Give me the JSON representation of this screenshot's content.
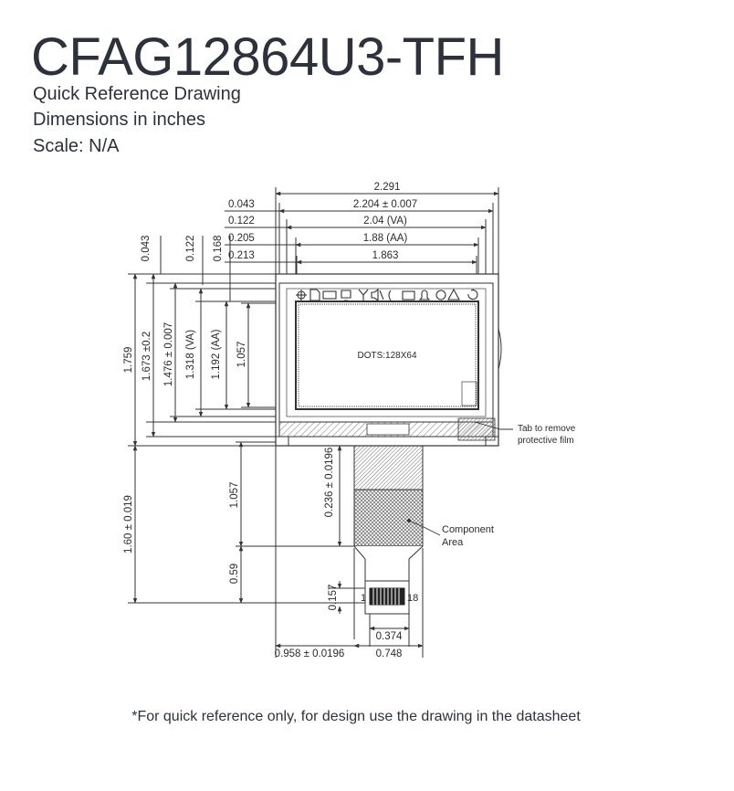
{
  "title": "CFAG12864U3-TFH",
  "subtitle_lines": [
    "Quick Reference Drawing",
    "Dimensions in inches",
    "Scale: N/A"
  ],
  "footnote": "*For quick reference only, for design use the drawing in the datasheet",
  "display_text": "DOTS:128X64",
  "callouts": {
    "tab_line1": "Tab to remove",
    "tab_line2": "protective film",
    "component_line1": "Component",
    "component_line2": "Area"
  },
  "pins": {
    "first": "1",
    "last": "18"
  },
  "dimensions": {
    "top": {
      "d_2291": "2.291",
      "d_2204": "2.204 ± 0.007",
      "d_204": "2.04 (VA)",
      "d_188": "1.88 (AA)",
      "d_1863": "1.863",
      "d_0043": "0.043",
      "d_0122": "0.122",
      "d_0205": "0.205",
      "d_0213": "0.213"
    },
    "left": {
      "v_0043": "0.043",
      "v_0122": "0.122",
      "v_0168": "0.168",
      "v_1759": "1.759",
      "v_1673": "1.673 ±0.2",
      "v_1476": "1.476 ± 0.007",
      "v_1318": "1.318 (VA)",
      "v_1192": "1.192 (AA)",
      "v_1057": "1.057",
      "v_160": "1.60 ± 0.019",
      "v_1057b": "1.057",
      "v_059": "0.59",
      "v_0157": "0.157",
      "v_0236": "0.236 ± 0.0196"
    },
    "bottom": {
      "b_0374": "0.374",
      "b_0748": "0.748",
      "b_0958": "0.958 ± 0.0196"
    }
  },
  "colors": {
    "line": "#3a3a3a",
    "text": "#2d313b"
  }
}
